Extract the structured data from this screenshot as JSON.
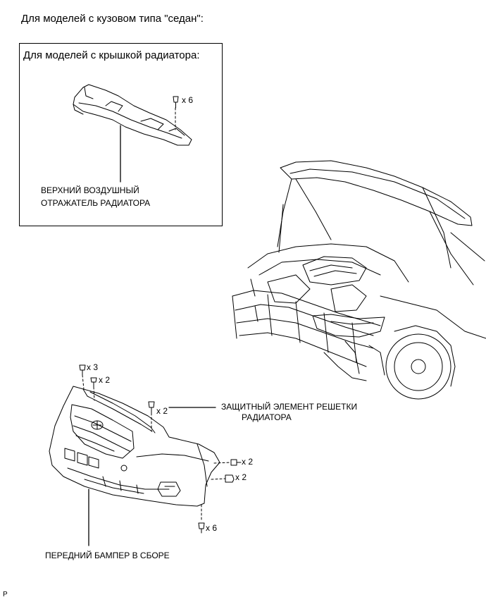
{
  "heading": "Для моделей с кузовом типа \"седан\":",
  "inset": {
    "title": "Для моделей с крышкой радиатора:",
    "part_label_line1": "ВЕРХНИЙ ВОЗДУШНЫЙ",
    "part_label_line2": "ОТРАЖАТЕЛЬ РАДИАТОРА",
    "clip_qty": "x 6"
  },
  "grille_protector": {
    "label_line1": "ЗАЩИТНЫЙ ЭЛЕМЕНТ РЕШЕТКИ",
    "label_line2": "РАДИАТОРА",
    "qty": "x 2"
  },
  "bumper": {
    "label": "ПЕРЕДНИЙ БАМПЕР В СБОРЕ",
    "qty_top_left": "x 3",
    "qty_top_center": "x 2",
    "qty_side_upper": "x 2",
    "qty_side_lower": "x 2",
    "qty_bottom": "x 6"
  },
  "corner_mark": "P"
}
